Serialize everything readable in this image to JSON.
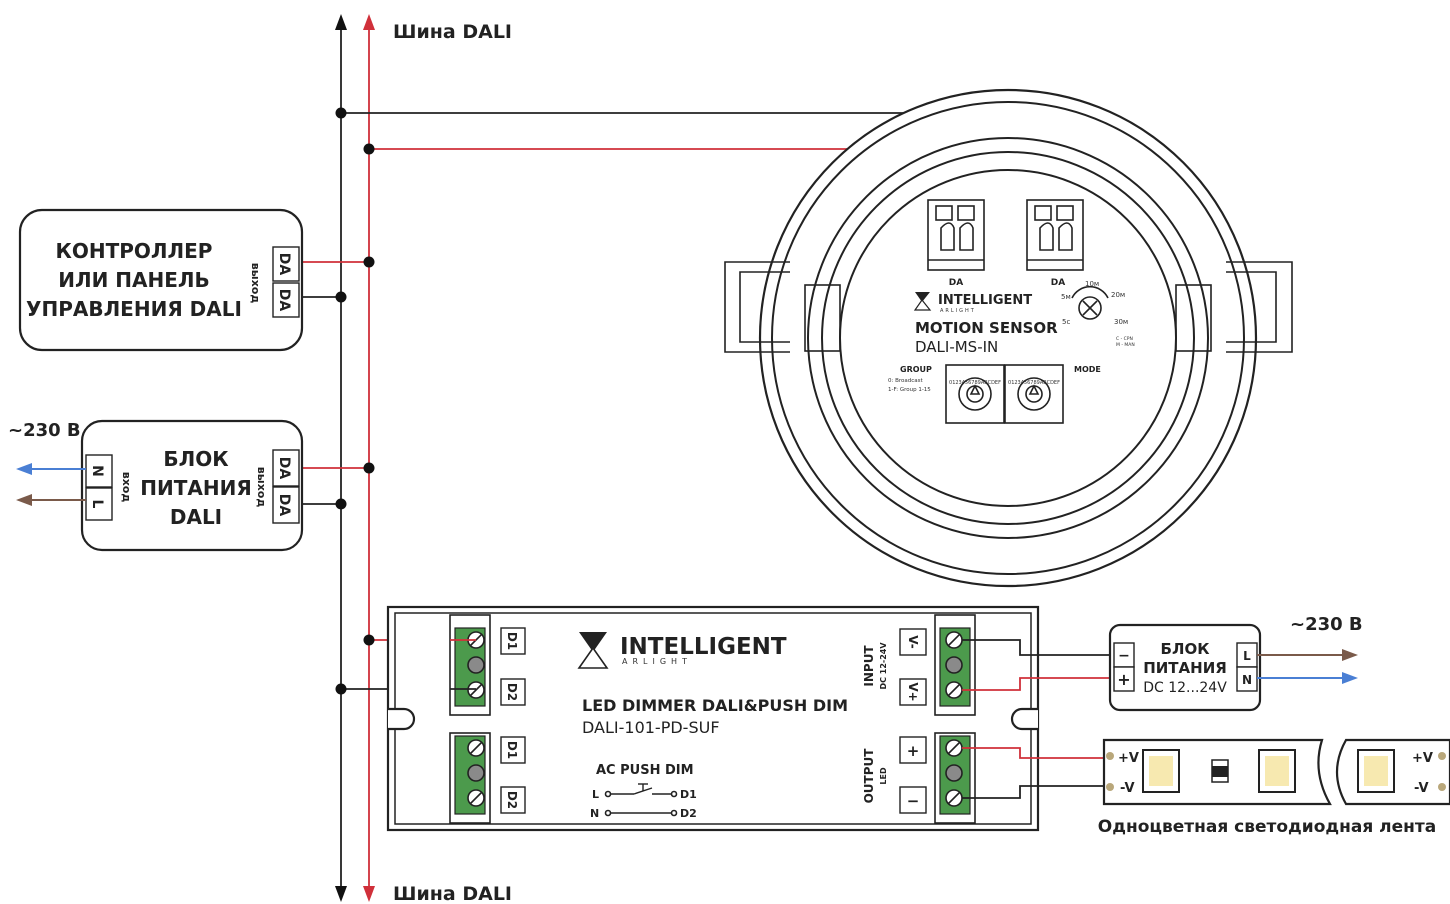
{
  "bus": {
    "top_label": "Шина DALI",
    "bottom_label": "Шина DALI"
  },
  "controller": {
    "line1": "КОНТРОЛЛЕР",
    "line2": "ИЛИ ПАНЕЛЬ",
    "line3": "УПРАВЛЕНИЯ DALI",
    "side": "выход",
    "pin1": "DA",
    "pin2": "DA"
  },
  "psu_dali": {
    "mains": "~230 В",
    "line1": "БЛОК",
    "line2": "ПИТАНИЯ",
    "line3": "DALI",
    "in_side": "вход",
    "out_side": "выход",
    "pinN": "N",
    "pinL": "L",
    "pin1": "DA",
    "pin2": "DA"
  },
  "sensor": {
    "terminal1": "DA",
    "terminal2": "DA",
    "brand": "INTELLIGENT",
    "brand_sub": "ARLIGHT",
    "title": "MOTION SENSOR",
    "model": "DALI-MS-IN",
    "dial": {
      "t10": "10м",
      "t20": "20м",
      "t5m": "5м",
      "t30": "30м",
      "t5s": "5с"
    },
    "mode_note1": "C - CPN",
    "mode_note2": "M - MAN",
    "group_label": "GROUP",
    "group_note1": "0: Broadcast",
    "group_note2": "1-F: Group 1-15",
    "mode_label": "MODE",
    "rotary_chars": "0123456789ABCDEF"
  },
  "dimmer": {
    "brand": "INTELLIGENT",
    "brand_sub": "ARLIGHT",
    "title": "LED DIMMER DALI&PUSH DIM",
    "model": "DALI-101-PD-SUF",
    "push_title": "AC PUSH DIM",
    "push_L": "L",
    "push_N": "N",
    "push_D1": "D1",
    "push_D2": "D2",
    "left_tags": [
      "D1",
      "D2",
      "D1",
      "D2"
    ],
    "input_label": "INPUT",
    "input_sub": "DC 12-24V",
    "vminus": "V-",
    "vplus": "V+",
    "output_label": "OUTPUT",
    "output_sub": "LED",
    "plus": "+",
    "minus": "−"
  },
  "psu_led": {
    "mains": "~230 В",
    "line1": "БЛОК",
    "line2": "ПИТАНИЯ",
    "voltage": "DC 12...24V",
    "minus": "−",
    "plus": "+",
    "pinL": "L",
    "pinN": "N"
  },
  "strip": {
    "vplus": "+V",
    "vminus": "-V",
    "caption": "Одноцветная светодиодная лента"
  },
  "colors": {
    "red": "#d0303a",
    "blue": "#4a7fd4",
    "brown": "#7a5a4a",
    "terminal_green": "#4c9a4c",
    "led": "#f7e9b0"
  }
}
